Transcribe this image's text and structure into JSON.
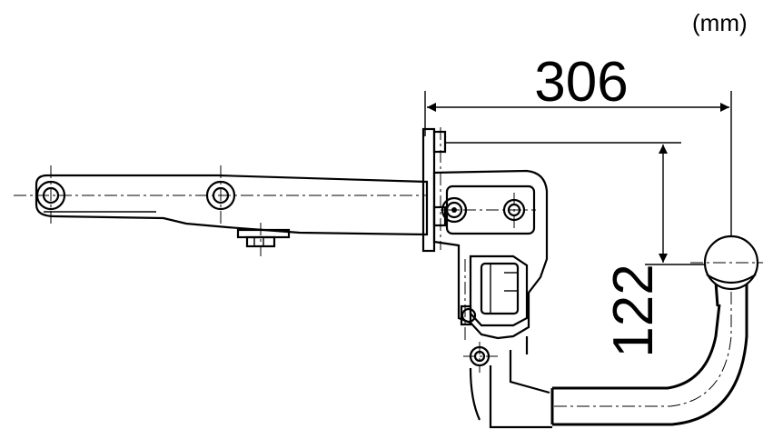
{
  "units": "(mm)",
  "dimensions": {
    "horizontal": "306",
    "vertical": "122"
  },
  "colors": {
    "line": "#000000",
    "background": "#ffffff"
  }
}
